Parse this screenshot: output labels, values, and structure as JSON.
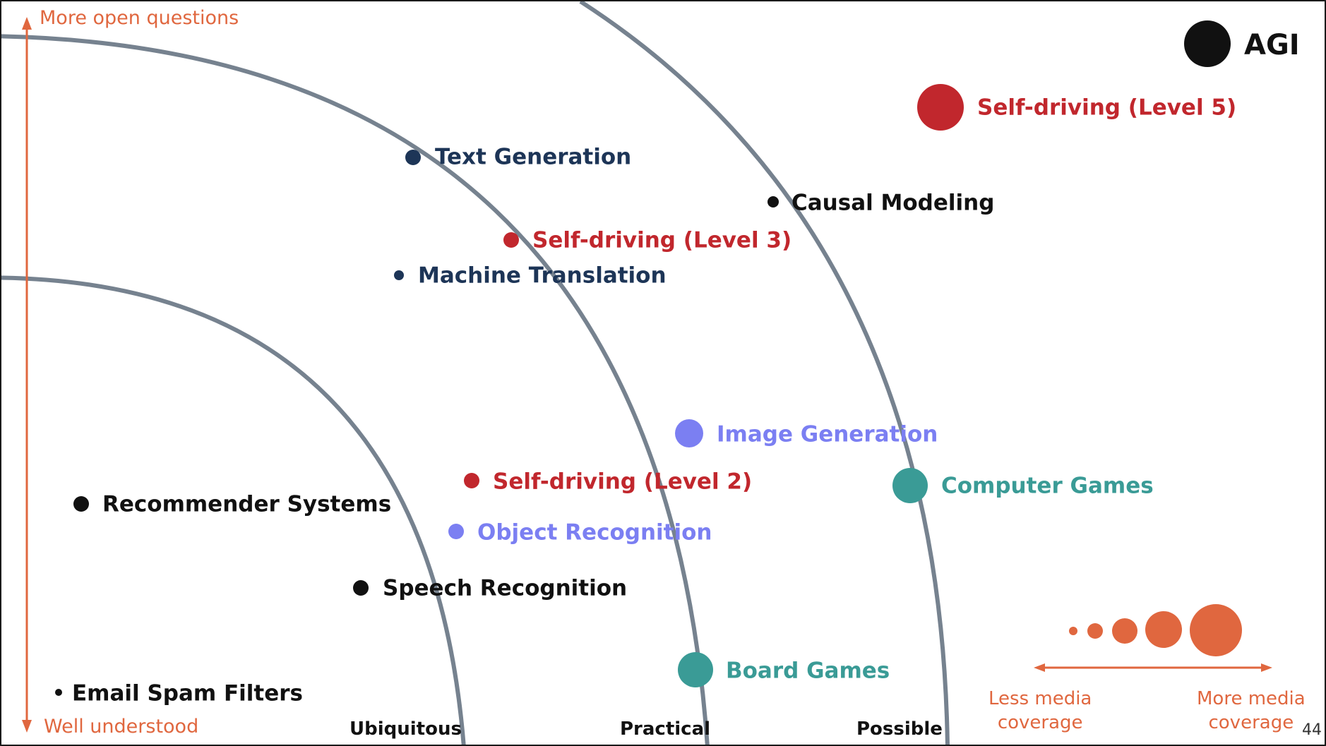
{
  "colors": {
    "arc": "#76828f",
    "axis": "#e0673f",
    "legend": "#e0673f",
    "navy": "#1d3557",
    "red": "#c1272d",
    "black": "#111111",
    "periwinkle": "#7b7ff2",
    "teal": "#3a9b96"
  },
  "axis": {
    "top_label": "More open questions",
    "bottom_label": "Well understood"
  },
  "rings": {
    "ubiquitous": "Ubiquitous",
    "practical": "Practical",
    "possible": "Possible"
  },
  "items": {
    "agi": "AGI",
    "self_driving_l5": "Self-driving (Level 5)",
    "text_generation": "Text Generation",
    "causal_modeling": "Causal Modeling",
    "self_driving_l3": "Self-driving (Level 3)",
    "machine_translation": "Machine Translation",
    "image_generation": "Image Generation",
    "self_driving_l2": "Self-driving (Level 2)",
    "computer_games": "Computer Games",
    "recommender_systems": "Recommender Systems",
    "object_recognition": "Object Recognition",
    "speech_recognition": "Speech Recognition",
    "board_games": "Board Games",
    "email_spam_filters": "Email Spam Filters"
  },
  "legend": {
    "less_line1": "Less media",
    "less_line2": "coverage",
    "more_line1": "More media",
    "more_line2": "coverage"
  },
  "page_number": "44"
}
